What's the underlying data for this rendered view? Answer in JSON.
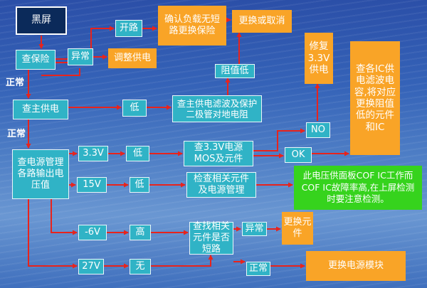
{
  "nodes": {
    "black_screen": "黑屏",
    "check_fuse": "查保险",
    "check_main_power": "查主供电",
    "check_power_outputs": "查电源管理各路输出电压值",
    "has_short": "开路",
    "confirm_load": "确认负载无短路更换保险",
    "replace_or_cancel": "更换或取消",
    "abnormal_1": "异常",
    "adjust_power": "调整供电",
    "low_1": "低",
    "check_filter": "查主供电滤波及保护二极管对地电阻",
    "low_resistance": "阻值低",
    "repair_33": "修复3.3V供电",
    "check_ics": "查各IC供电滤波电容,将对应更换阻值低的元件和IC",
    "no_label": "NO",
    "ok_label": "OK",
    "v33": "3.3V",
    "low_2": "低",
    "check_33_mos": "查3.3V电源MOS及元件",
    "v15": "15V",
    "low_3": "低",
    "check_related": "检查相关元件及电源管理",
    "green_note": "此电压供面板COF IC工作而COF IC故障率高,在上屏检测时要注意检测。",
    "v_neg6": "-6V",
    "high": "高",
    "find_short": "查找相关元件是否短路",
    "abnormal_2": "异常",
    "replace_parts": "更换元件",
    "v27": "27V",
    "none": "无",
    "normal_3": "正常",
    "replace_module": "更换电源模块"
  },
  "edge_labels": {
    "normal_1": "正常",
    "normal_2": "正常"
  },
  "colors": {
    "arrow": "#e8231c",
    "process": "#f9a427",
    "value": "#30b3c6",
    "note": "#36d31d",
    "start": "#0b2a5a"
  }
}
